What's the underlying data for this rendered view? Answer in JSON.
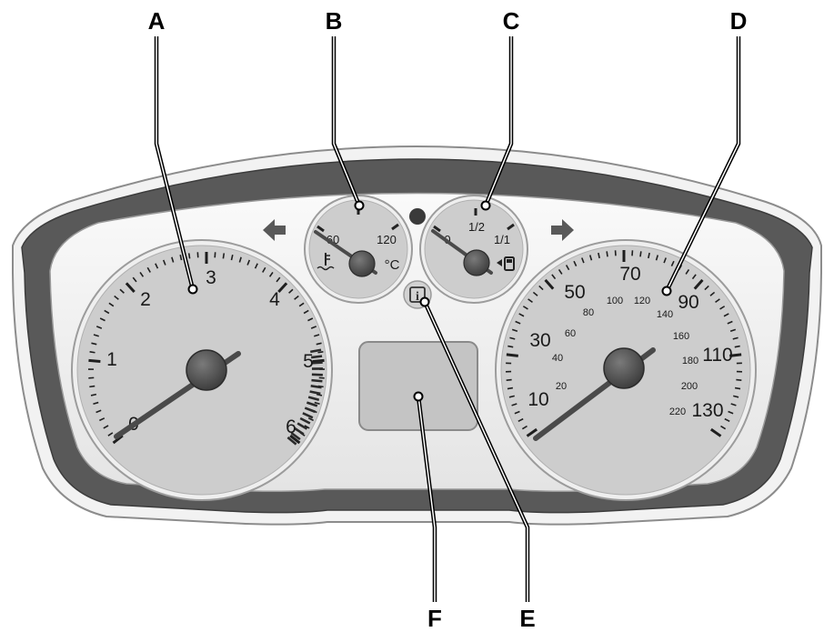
{
  "callouts": {
    "A": "A",
    "B": "B",
    "C": "C",
    "D": "D",
    "E": "E",
    "F": "F"
  },
  "tachometer": {
    "labels": [
      "0",
      "1",
      "2",
      "3",
      "4",
      "5",
      "6"
    ],
    "needle_value": 0
  },
  "temperature_gauge": {
    "low_label": "60",
    "high_label": "120",
    "unit_label": "°C",
    "icon": "coolant-thermometer-icon"
  },
  "fuel_gauge": {
    "empty_label": "0",
    "half_label": "1/2",
    "full_label": "1/1",
    "icon": "fuel-pump-icon"
  },
  "info_lamp": {
    "symbol": "i"
  },
  "speedometer": {
    "mph_labels": [
      "10",
      "30",
      "50",
      "70",
      "90",
      "110",
      "130"
    ],
    "kmh_labels": [
      "20",
      "40",
      "60",
      "80",
      "100",
      "120",
      "140",
      "160",
      "180",
      "200",
      "220"
    ],
    "needle_value": 0
  },
  "indicators": {
    "left_icon": "left-turn-arrow-icon",
    "right_icon": "right-turn-arrow-icon",
    "warning_dot": "warning-lamp-icon"
  },
  "colors": {
    "dial_face": "#cdcdcd",
    "outer_band": "#585858",
    "needle": "#4a4a4a"
  }
}
